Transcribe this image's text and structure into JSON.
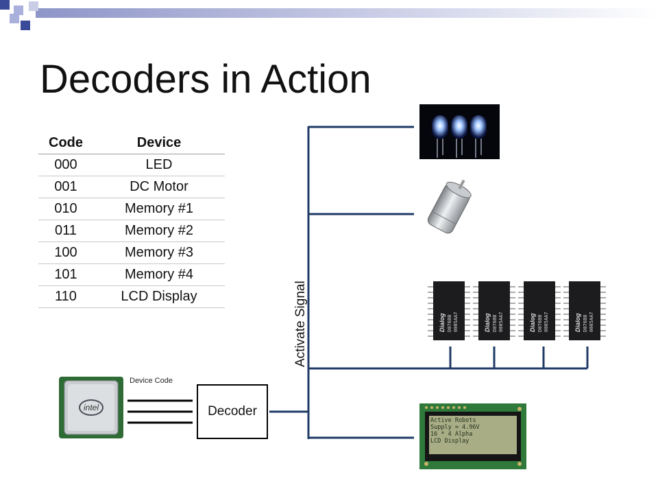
{
  "slide": {
    "title": "Decoders in Action"
  },
  "table": {
    "headers": [
      "Code",
      "Device"
    ],
    "rows": [
      [
        "000",
        "LED"
      ],
      [
        "001",
        "DC Motor"
      ],
      [
        "010",
        "Memory #1"
      ],
      [
        "011",
        "Memory #2"
      ],
      [
        "100",
        "Memory #3"
      ],
      [
        "101",
        "Memory #4"
      ],
      [
        "110",
        "LCD Display"
      ]
    ]
  },
  "diagram": {
    "device_code_label": "Device Code",
    "decoder_label": "Decoder",
    "activate_label": "Activate Signal",
    "cpu_brand": "intel",
    "chip_brand": "Dialog",
    "chip_codes": [
      "D076BB",
      "0005AA7"
    ],
    "lcd_lines": [
      "Active Robots",
      "Supply = 4.96V",
      "16 * 4 Alpha",
      "LCD Display"
    ],
    "line_color": "#1f3a66"
  },
  "colors": {
    "corner_accent": "#3a4a99",
    "corner_light": "#a9b0dc"
  }
}
